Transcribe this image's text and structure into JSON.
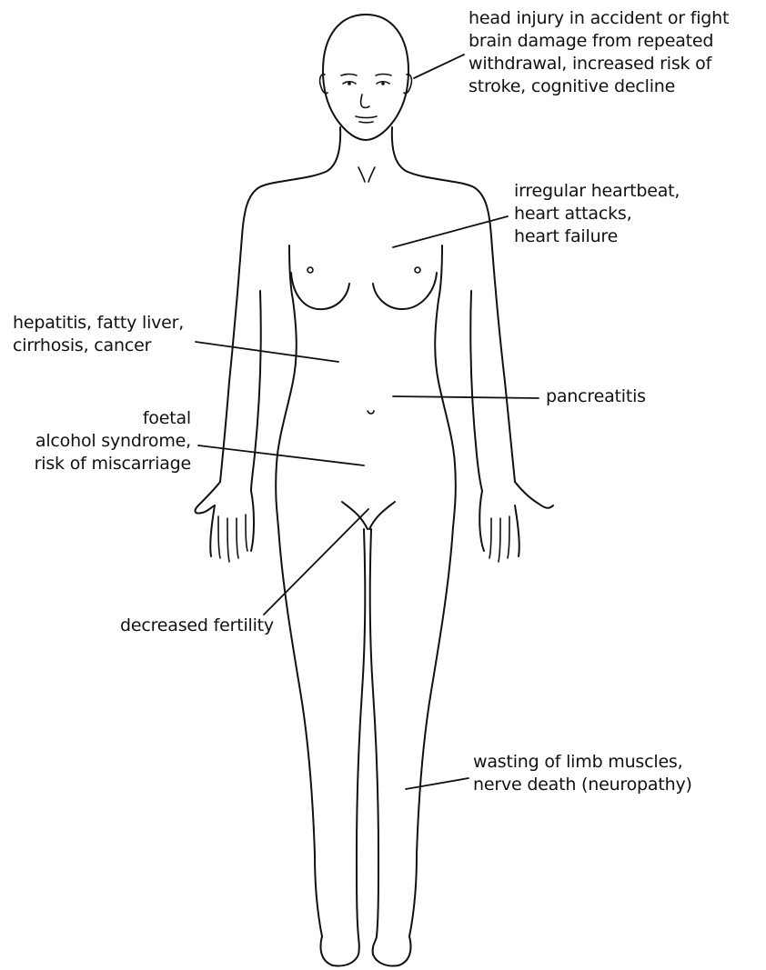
{
  "figure": {
    "colors": {
      "ink": "#111111",
      "paper": "#ffffff"
    },
    "annotations": [
      {
        "id": "head",
        "lines": [
          "head injury in accident or fight",
          "brain damage from repeated",
          "withdrawal, increased risk of",
          "stroke, cognitive decline"
        ]
      },
      {
        "id": "heart",
        "lines": [
          "irregular heartbeat,",
          "heart attacks,",
          "heart failure"
        ]
      },
      {
        "id": "liver",
        "lines": [
          "hepatitis, fatty liver,",
          "cirrhosis, cancer"
        ]
      },
      {
        "id": "pancreas",
        "lines": [
          "pancreatitis"
        ]
      },
      {
        "id": "foetal",
        "lines": [
          "foetal",
          "alcohol syndrome,",
          "risk of miscarriage"
        ]
      },
      {
        "id": "fertility",
        "lines": [
          "decreased fertility"
        ]
      },
      {
        "id": "muscles",
        "lines": [
          "wasting of limb muscles,",
          "nerve death (neuropathy)"
        ]
      }
    ]
  }
}
